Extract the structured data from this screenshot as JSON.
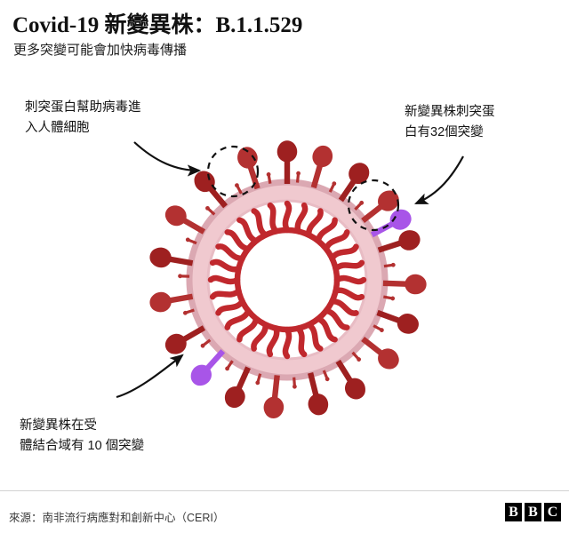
{
  "header": {
    "title": "Covid-19 新變異株：B.1.1.529",
    "subtitle": "更多突變可能會加快病毒傳播"
  },
  "annotations": {
    "top_left": {
      "line1": "刺突蛋白幫助病毒進",
      "line2": "入人體細胞"
    },
    "top_right": {
      "line1": "新變異株刺突蛋",
      "line2": "白有32個突變"
    },
    "bottom_left": {
      "line1": "新變異株在受",
      "line2": "體結合域有 10 個突變"
    }
  },
  "footer": {
    "source": "來源：南非流行病應對和創新中心（CERI）",
    "logo": [
      "B",
      "B",
      "C"
    ]
  },
  "diagram": {
    "name": "coronavirus-particle-illustration",
    "colors": {
      "spike_dark_red": "#9e2020",
      "spike_mid_red": "#b33131",
      "mutation_purple": "#a855e8",
      "envelope_fill": "#f0c9cf",
      "envelope_ring": "#d8a0ab",
      "rna_red": "#c0282d",
      "inner_fill": "#ffffff",
      "annotation_line": "#111111",
      "dashed_circle": "#111111"
    }
  }
}
